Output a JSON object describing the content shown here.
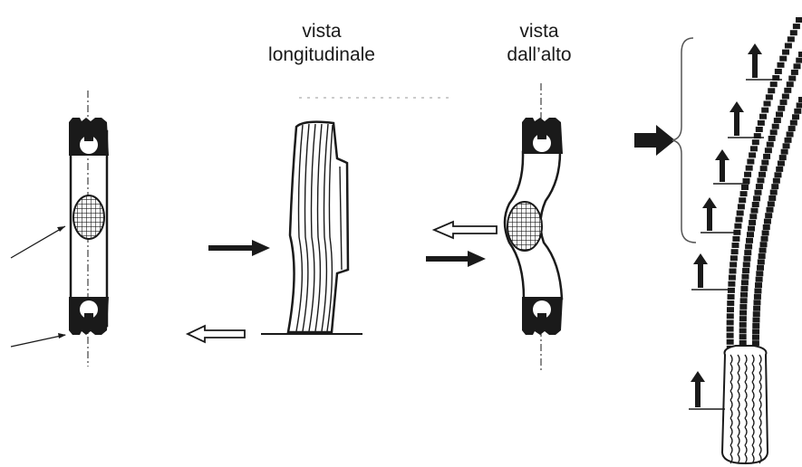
{
  "labels": {
    "side_view_line1": "vista",
    "side_view_line2": "longitudinale",
    "top_view_line1": "vista",
    "top_view_line2": "dall’alto"
  },
  "colors": {
    "ink": "#1a1a1a",
    "paper": "#ffffff"
  }
}
